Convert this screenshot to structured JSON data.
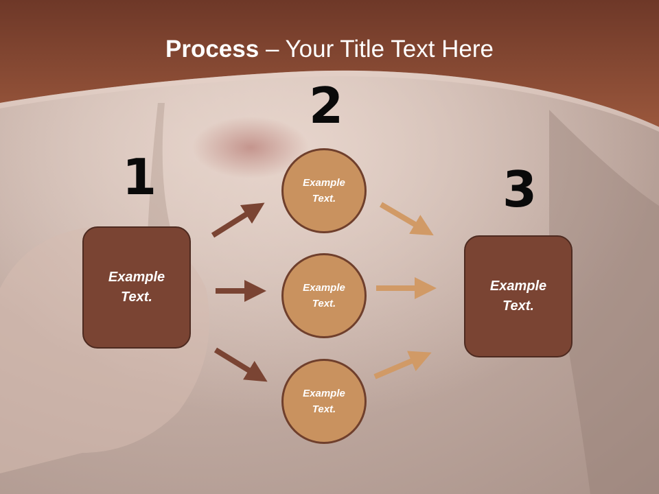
{
  "slide": {
    "title_bold": "Process",
    "title_rest": " – Your Title Text Here",
    "steps": [
      {
        "number": "1"
      },
      {
        "number": "2"
      },
      {
        "number": "3"
      }
    ],
    "box_left": "Example\nText.",
    "box_right": "Example\nText.",
    "circles": [
      "Example\nText.",
      "Example\nText.",
      "Example\nText."
    ]
  },
  "colors": {
    "header": "#8a4a34",
    "box_fill": "#7a4433",
    "circle_fill": "#c9925f",
    "arrow_dark": "#7a4433",
    "arrow_light": "#d19a66"
  }
}
